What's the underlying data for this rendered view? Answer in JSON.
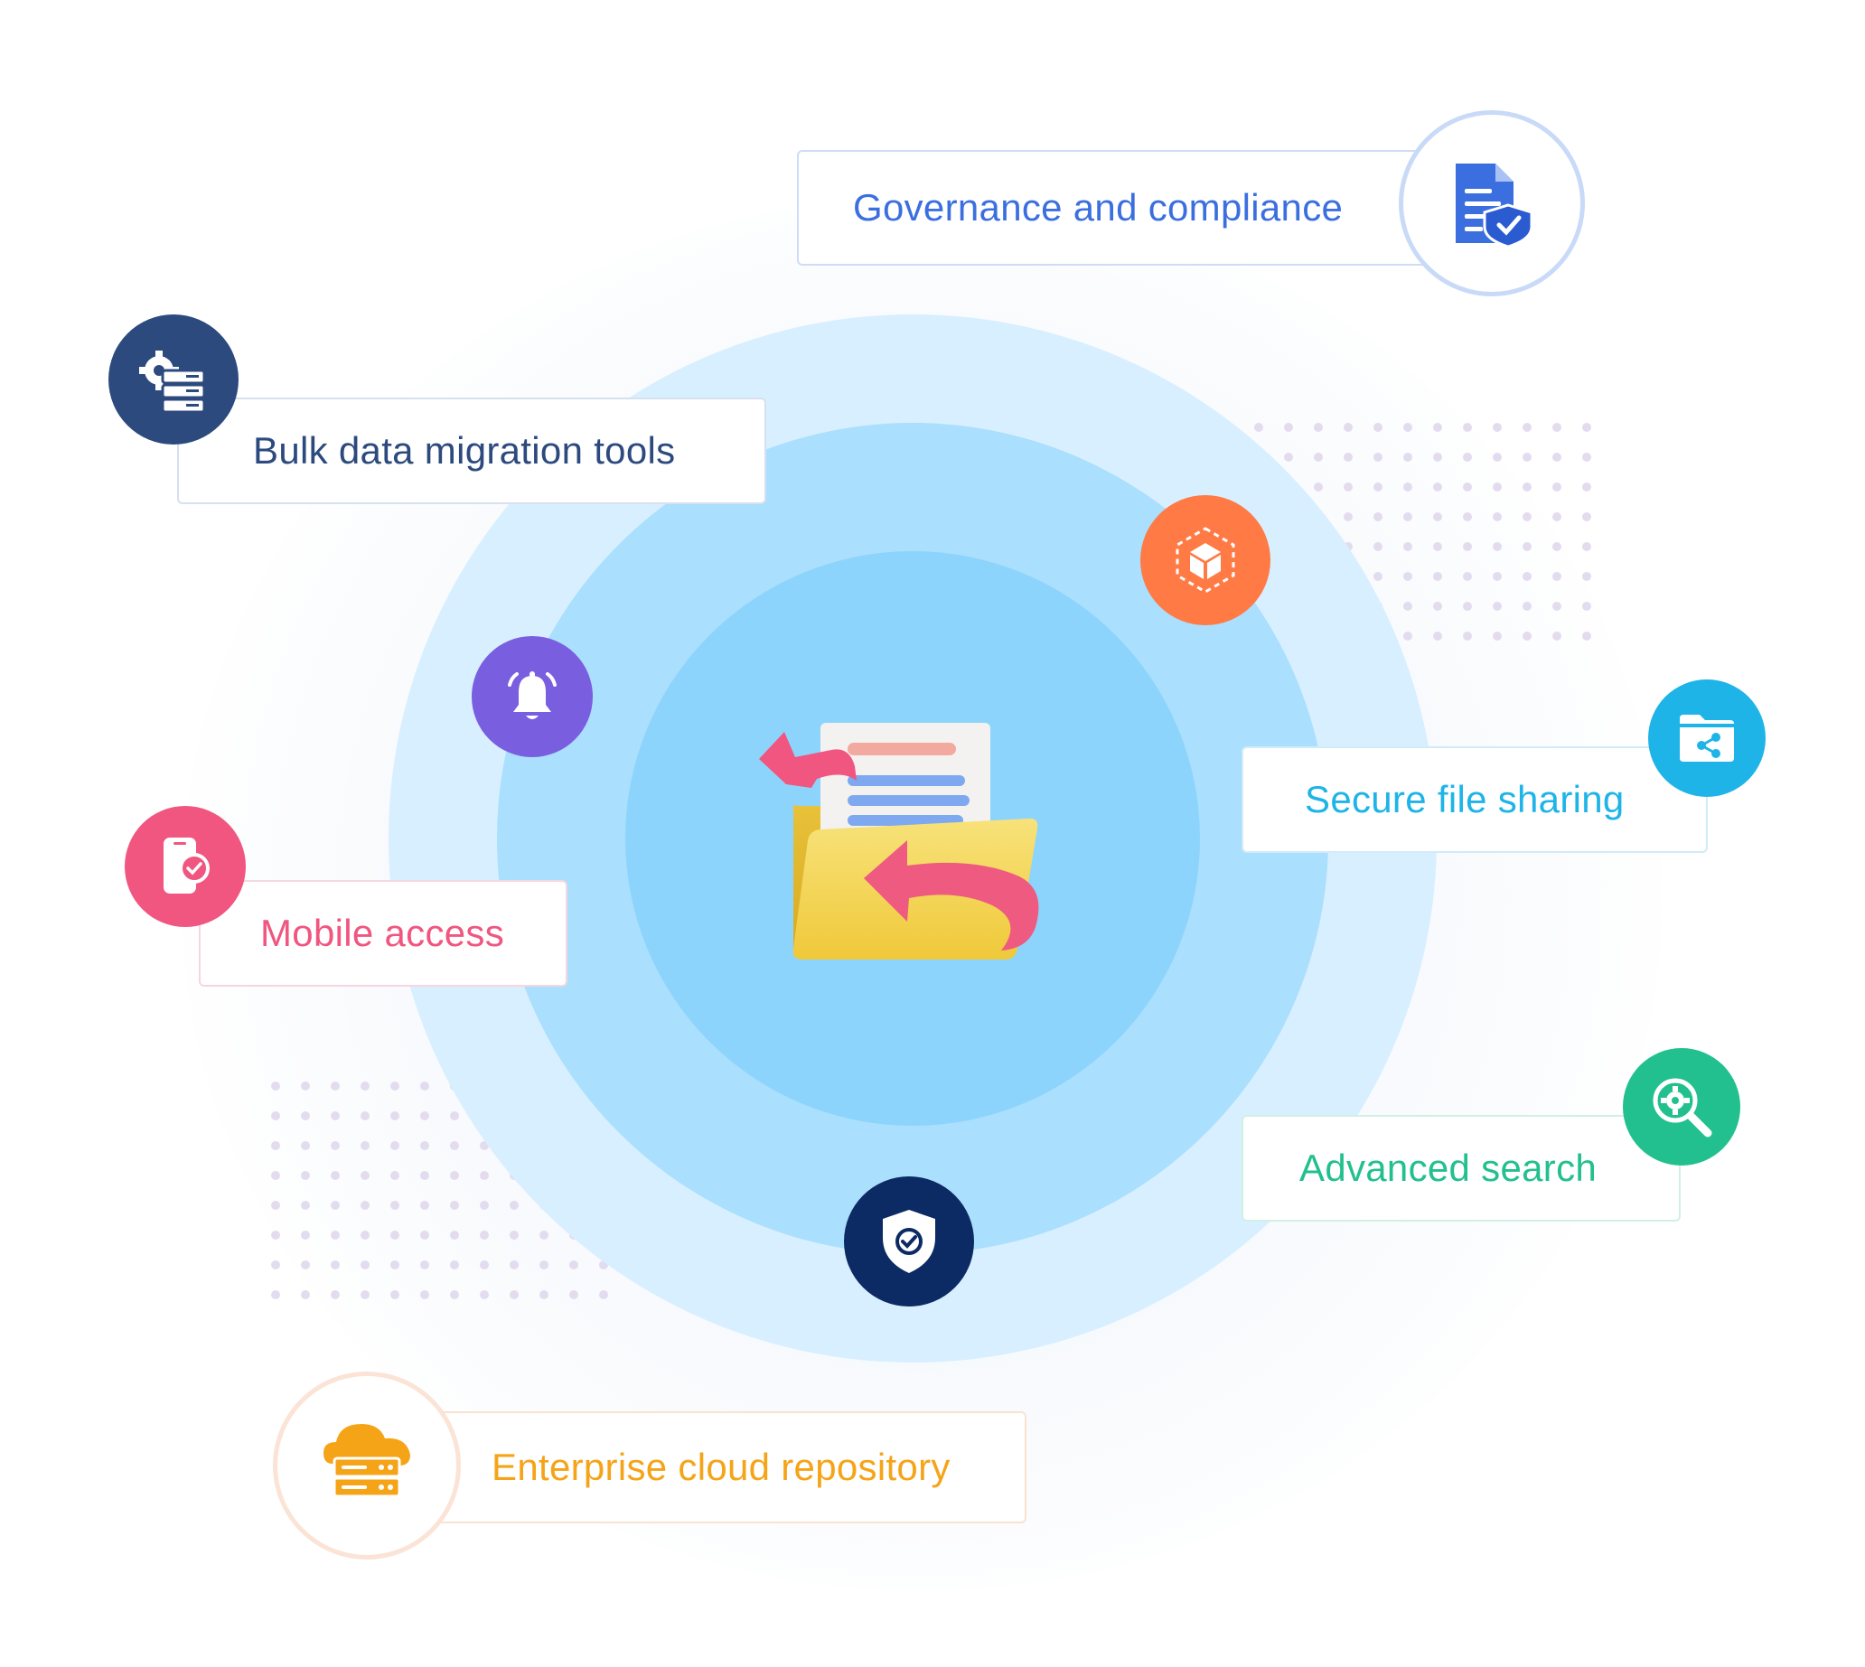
{
  "features": {
    "governance": {
      "label": "Governance and compliance",
      "icon": "document-shield-icon",
      "color": "#3b6fe0"
    },
    "bulk_migration": {
      "label": "Bulk data migration tools",
      "icon": "server-gear-icon",
      "color": "#2c4a7e"
    },
    "secure_sharing": {
      "label": "Secure file sharing",
      "icon": "folder-share-icon",
      "color": "#1eb4e8"
    },
    "mobile_access": {
      "label": "Mobile access",
      "icon": "mobile-check-icon",
      "color": "#f0567f"
    },
    "advanced_search": {
      "label": "Advanced search",
      "icon": "search-gear-icon",
      "color": "#22c08e"
    },
    "cloud_repository": {
      "label": "Enterprise cloud repository",
      "icon": "cloud-server-icon",
      "color": "#f5a418"
    }
  },
  "orbit_icons": [
    {
      "icon": "cube-network-icon",
      "color": "#ff7a45"
    },
    {
      "icon": "bell-icon",
      "color": "#7a5ee0"
    },
    {
      "icon": "shield-check-icon",
      "color": "#0c2a63"
    }
  ],
  "center": {
    "icon": "folder-transfer-icon"
  }
}
